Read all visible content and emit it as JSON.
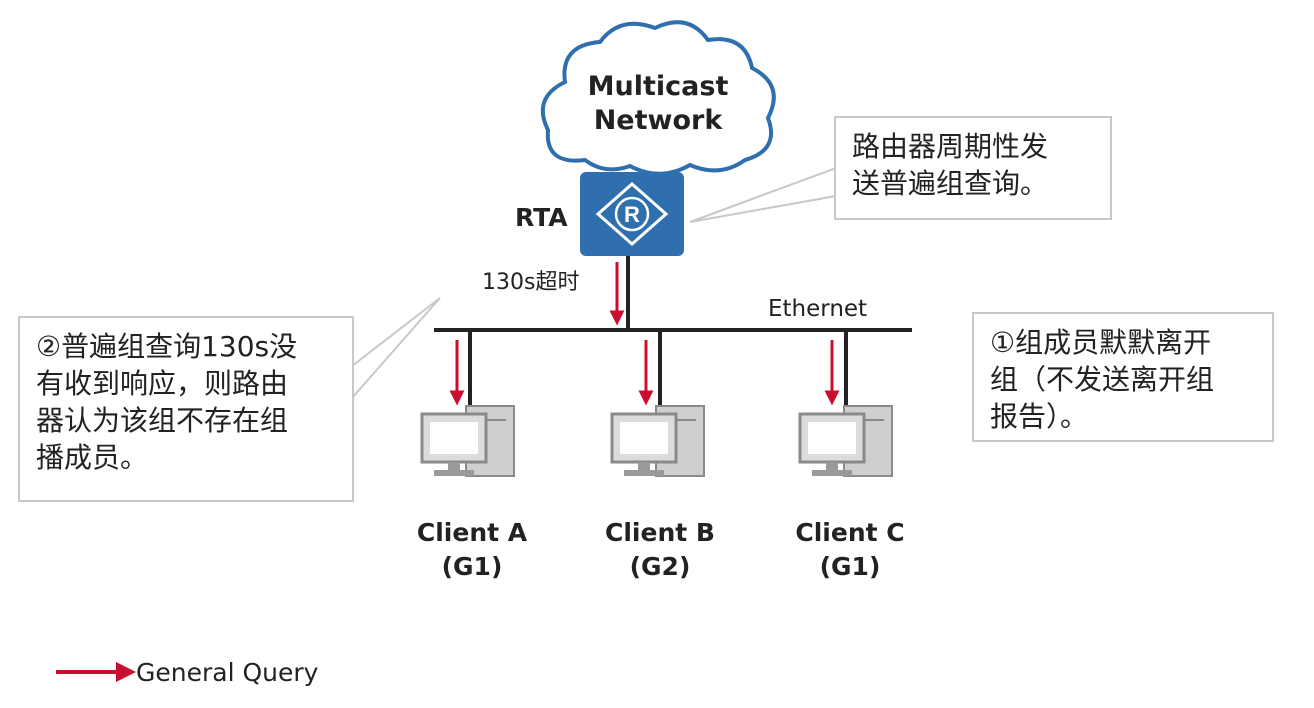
{
  "cloud": {
    "label": "Multicast\nNetwork"
  },
  "router": {
    "name": "RTA",
    "icon": "router-icon",
    "color": "#2f6fae"
  },
  "timeout_label": "130s超时",
  "ethernet_label": "Ethernet",
  "clients": [
    {
      "name": "Client A",
      "group": "(G1)"
    },
    {
      "name": "Client B",
      "group": "(G2)"
    },
    {
      "name": "Client C",
      "group": "(G1)"
    }
  ],
  "callouts": {
    "router_query": "路由器周期性发\n送普遍组查询。",
    "timeout": "②普遍组查询130s没\n有收到响应，则路由\n器认为该组不存在组\n播成员。",
    "leave": "①组成员默默离开\n组（不发送离开组\n报告）。"
  },
  "legend": {
    "label": "General Query",
    "color": "#c8102e"
  },
  "colors": {
    "cloud_stroke": "#2f6fae",
    "line": "#222222",
    "callout_border": "#c8c8c8"
  }
}
